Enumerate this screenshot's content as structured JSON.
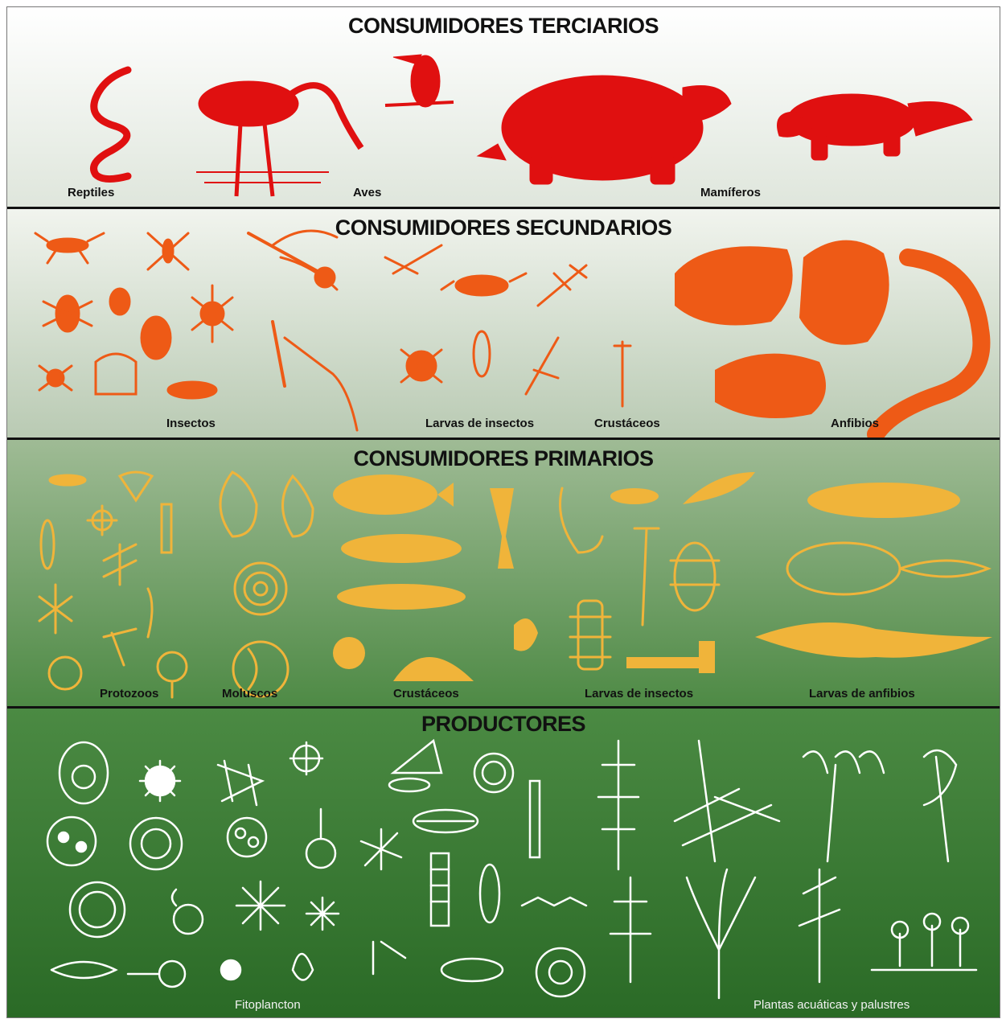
{
  "colors": {
    "terciarios": "#e01010",
    "secundarios": "#ee5a16",
    "primarios": "#f0b43a",
    "productores": "#ffffff"
  },
  "levels": [
    {
      "title": "CONSUMIDORES TERCIARIOS",
      "labels": [
        "Reptiles",
        "Aves",
        "Mamíferos"
      ]
    },
    {
      "title": "CONSUMIDORES SECUNDARIOS",
      "labels": [
        "Insectos",
        "Larvas de insectos",
        "Crustáceos",
        "Anfibios"
      ]
    },
    {
      "title": "CONSUMIDORES PRIMARIOS",
      "labels": [
        "Protozoos",
        "Moluscos",
        "Crustáceos",
        "Larvas de insectos",
        "Larvas de anfibios"
      ]
    },
    {
      "title": "PRODUCTORES",
      "labels": [
        "Fitoplancton",
        "Plantas acuáticas y palustres"
      ]
    }
  ]
}
